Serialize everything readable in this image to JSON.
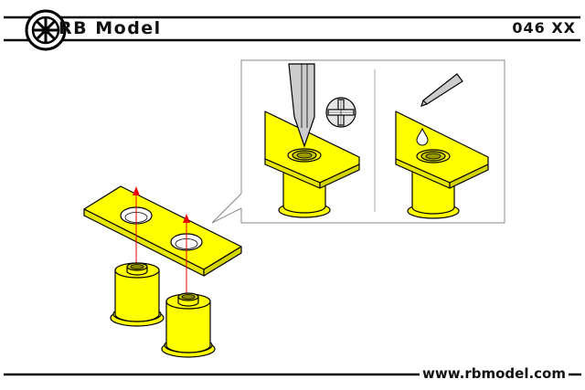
{
  "header": {
    "brand": "RB Model",
    "code": "046 XX"
  },
  "footer": {
    "website": "www.rbmodel.com"
  },
  "colors": {
    "part_yellow": "#ffff00",
    "outline": "#000000",
    "arrow_red": "#e60000",
    "steel_gray": "#cccccc"
  }
}
